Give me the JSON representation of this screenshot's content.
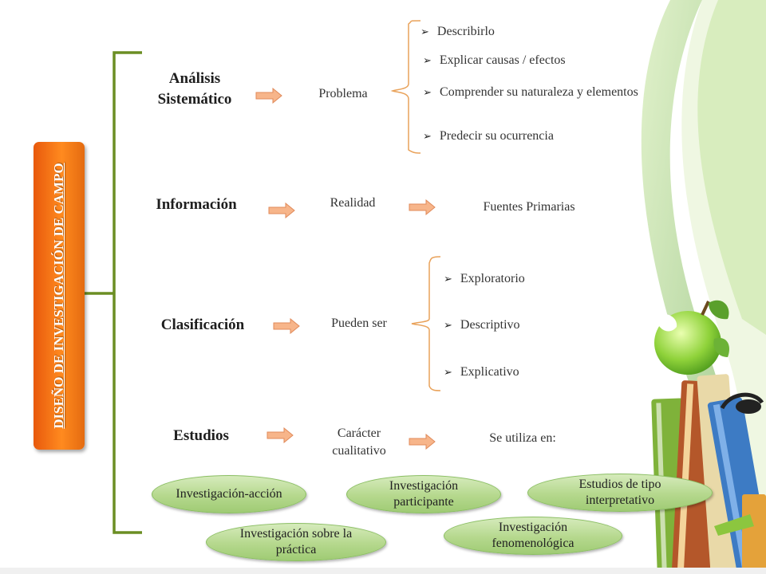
{
  "title": "DISEÑO DE INVESTIGACIÓN DE CAMPO",
  "rows": {
    "analisis": {
      "heading": "Análisis Sistemático",
      "middle": "Problema",
      "items": [
        "Describirlo",
        "Explicar causas / efectos",
        "Comprender su naturaleza y elementos",
        "Predecir su ocurrencia"
      ]
    },
    "informacion": {
      "heading": "Información",
      "middle": "Realidad",
      "result": "Fuentes Primarias"
    },
    "clasificacion": {
      "heading": "Clasificación",
      "middle": "Pueden ser",
      "items": [
        "Exploratorio",
        "Descriptivo",
        "Explicativo"
      ]
    },
    "estudios": {
      "heading": "Estudios",
      "middle": "Carácter cualitativo",
      "result": "Se utiliza en:"
    }
  },
  "ovals": [
    "Investigación-acción",
    "Investigación participante",
    "Estudios de tipo interpretativo",
    "Investigación sobre la práctica",
    "Investigación fenomenológica"
  ],
  "colors": {
    "title_fill": "#f47a15",
    "connector": "#6b8e23",
    "bracket": "#e9a25a",
    "arrow_fill": "#f7b58a",
    "oval_fill": "#b5d88d",
    "decoration_green": "#8cc63f"
  },
  "icons": [
    "arrow-right-icon",
    "bullet-arrowhead-icon",
    "apple-icon",
    "books-icon",
    "glasses-icon"
  ]
}
